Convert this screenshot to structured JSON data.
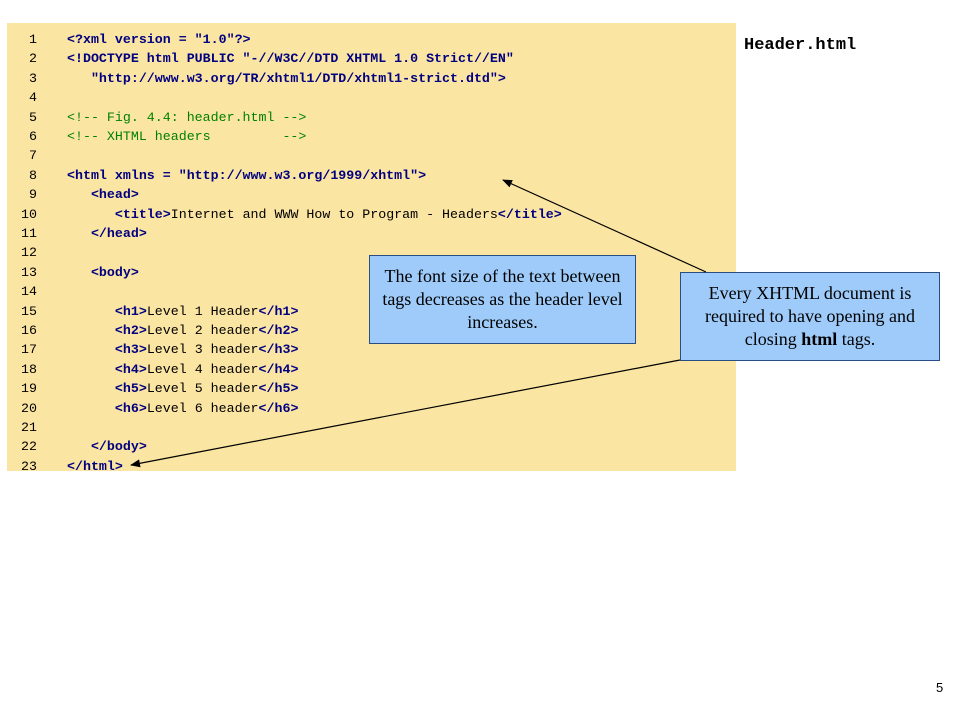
{
  "file_title": "Header.html",
  "page_number": "5",
  "code": {
    "line_numbers": [
      "1",
      "2",
      "3",
      "4",
      "5",
      "6",
      "7",
      "8",
      "9",
      "10",
      "11",
      "12",
      "13",
      "14",
      "15",
      "16",
      "17",
      "18",
      "19",
      "20",
      "21",
      "22",
      "23"
    ],
    "lines": [
      [
        {
          "t": "<?xml version = \"1.0\"?>",
          "k": "tag"
        }
      ],
      [
        {
          "t": "<!DOCTYPE html PUBLIC \"-//W3C//DTD XHTML 1.0 Strict//EN\"",
          "k": "tag"
        }
      ],
      [
        {
          "t": "   \"http://www.w3.org/TR/xhtml1/DTD/xhtml1-strict.dtd\">",
          "k": "tag"
        }
      ],
      [],
      [
        {
          "t": "<!-- Fig. 4.4: header.html -->",
          "k": "cmt"
        }
      ],
      [
        {
          "t": "<!-- XHTML headers         -->",
          "k": "cmt"
        }
      ],
      [],
      [
        {
          "t": "<html xmlns = \"http://www.w3.org/1999/xhtml\">",
          "k": "tag"
        }
      ],
      [
        {
          "t": "   ",
          "k": "plain"
        },
        {
          "t": "<head>",
          "k": "tag"
        }
      ],
      [
        {
          "t": "      ",
          "k": "plain"
        },
        {
          "t": "<title>",
          "k": "tag"
        },
        {
          "t": "Internet and WWW How to Program - Headers",
          "k": "plain"
        },
        {
          "t": "</title>",
          "k": "tag"
        }
      ],
      [
        {
          "t": "   ",
          "k": "plain"
        },
        {
          "t": "</head>",
          "k": "tag"
        }
      ],
      [],
      [
        {
          "t": "   ",
          "k": "plain"
        },
        {
          "t": "<body>",
          "k": "tag"
        }
      ],
      [],
      [
        {
          "t": "      ",
          "k": "plain"
        },
        {
          "t": "<h1>",
          "k": "tag"
        },
        {
          "t": "Level 1 Header",
          "k": "plain"
        },
        {
          "t": "</h1>",
          "k": "tag"
        }
      ],
      [
        {
          "t": "      ",
          "k": "plain"
        },
        {
          "t": "<h2>",
          "k": "tag"
        },
        {
          "t": "Level 2 header",
          "k": "plain"
        },
        {
          "t": "</h2>",
          "k": "tag"
        }
      ],
      [
        {
          "t": "      ",
          "k": "plain"
        },
        {
          "t": "<h3>",
          "k": "tag"
        },
        {
          "t": "Level 3 header",
          "k": "plain"
        },
        {
          "t": "</h3>",
          "k": "tag"
        }
      ],
      [
        {
          "t": "      ",
          "k": "plain"
        },
        {
          "t": "<h4>",
          "k": "tag"
        },
        {
          "t": "Level 4 header",
          "k": "plain"
        },
        {
          "t": "</h4>",
          "k": "tag"
        }
      ],
      [
        {
          "t": "      ",
          "k": "plain"
        },
        {
          "t": "<h5>",
          "k": "tag"
        },
        {
          "t": "Level 5 header",
          "k": "plain"
        },
        {
          "t": "</h5>",
          "k": "tag"
        }
      ],
      [
        {
          "t": "      ",
          "k": "plain"
        },
        {
          "t": "<h6>",
          "k": "tag"
        },
        {
          "t": "Level 6 header",
          "k": "plain"
        },
        {
          "t": "</h6>",
          "k": "tag"
        }
      ],
      [],
      [
        {
          "t": "   ",
          "k": "plain"
        },
        {
          "t": "</body>",
          "k": "tag"
        }
      ],
      [
        {
          "t": "</html>",
          "k": "tag"
        }
      ]
    ]
  },
  "callouts": {
    "font_size": "The font size of the text between tags decreases as the header level increases.",
    "html_tags_prefix": "Every XHTML document is required to have opening and closing ",
    "html_tags_bold": "html",
    "html_tags_suffix": " tags."
  },
  "colors": {
    "code_background": "#fbe5a3",
    "callout_background": "#9ecbf9",
    "tag_color": "#000080",
    "comment_color": "#008000"
  }
}
